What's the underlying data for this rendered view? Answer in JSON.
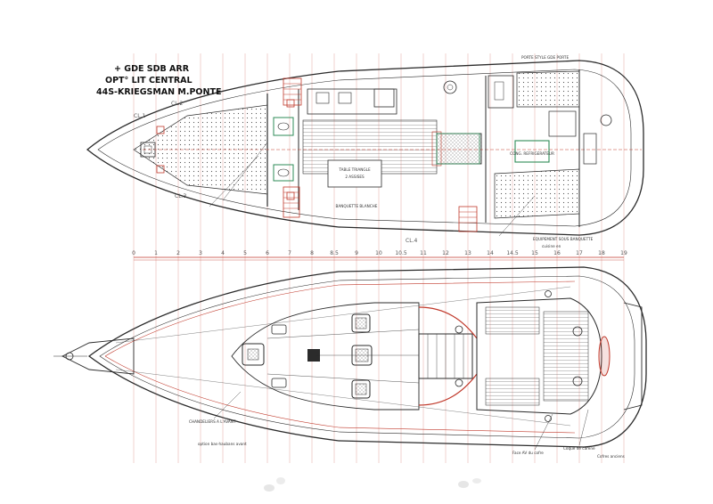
{
  "title": {
    "line1": "44S-KRIEGSMAN M.PONTE",
    "line2": "OPT° LIT CENTRAL",
    "line3": "+ GDE SDB ARR"
  },
  "stations": [
    "0",
    "1",
    "2",
    "3",
    "4",
    "5",
    "6",
    "7",
    "8",
    "8.5",
    "9",
    "10",
    "10.5",
    "11",
    "12",
    "13",
    "14",
    "14.5",
    "15",
    "16",
    "17",
    "18",
    "19"
  ],
  "interior_labels": {
    "table_label": "TABLE TRIANGLE",
    "seats_label": "2 ASSISES",
    "lamp_label": "BANQUETTE BLANCHE",
    "fridge_label": "CONG. REFRIGERATEUR",
    "porte_label": "PORTE STYLE GDE PORTE",
    "equipment_label": "EQUIPEMENT SOUS BANQUETTE",
    "cuisine_label": "cuisine en",
    "cl1": "CL.1",
    "cl2": "CL.2",
    "cl3": "CL.3",
    "cl4": "CL.4"
  },
  "deck_labels": {
    "annotation_left": "option bas-haubans avant",
    "annotation_left2": "CHANDELIERS A L'AVANT",
    "annotation_right": "Coque de carene",
    "annotation_right2": "Face AV du cofre",
    "annotation_right3": "Cofres anciens"
  },
  "colors": {
    "line": "#2b2b2b",
    "red": "#c0392b",
    "green": "#2e8b57",
    "hatch": "#777777"
  }
}
